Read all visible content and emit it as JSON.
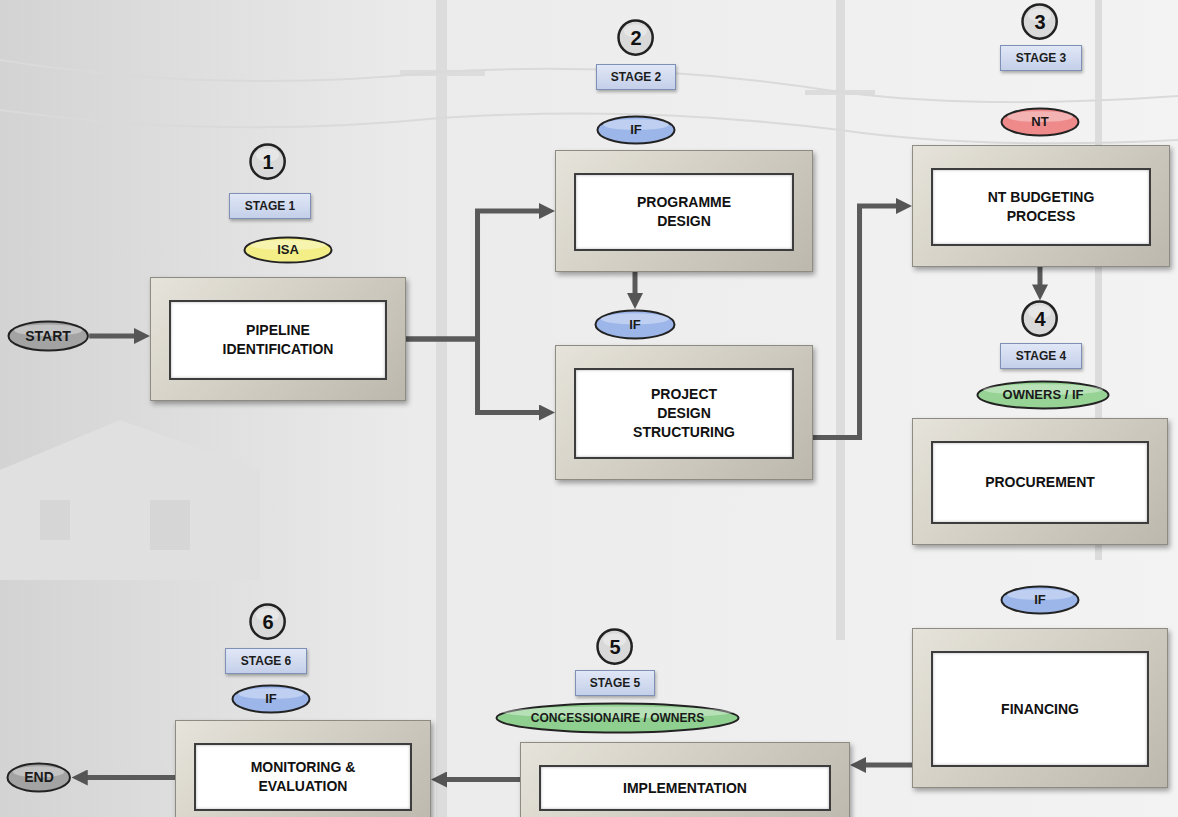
{
  "diagram": {
    "nodes": [
      {
        "text": [
          "START"
        ]
      },
      {
        "text": [
          "1"
        ]
      },
      {
        "text": [
          "STAGE 1"
        ]
      },
      {
        "text": [
          "ISA"
        ]
      },
      {
        "text": [
          "PIPELINE IDENTIFICATION"
        ]
      },
      {
        "text": [
          "2"
        ]
      },
      {
        "text": [
          "STAGE 2"
        ]
      },
      {
        "text": [
          "IF"
        ]
      },
      {
        "text": [
          "PROGRAMME DESIGN"
        ]
      },
      {
        "text": [
          "IF"
        ]
      },
      {
        "text": [
          "PROJECT DESIGN STRUCTURING"
        ]
      },
      {
        "text": [
          "3"
        ]
      },
      {
        "text": [
          "STAGE 3"
        ]
      },
      {
        "text": [
          "NT"
        ]
      },
      {
        "text": [
          "NT BUDGETING PROCESS"
        ]
      },
      {
        "text": [
          "4"
        ]
      },
      {
        "text": [
          "STAGE 4"
        ]
      },
      {
        "text": [
          "OWNERS / IF"
        ]
      },
      {
        "text": [
          "PROCUREMENT"
        ]
      },
      {
        "text": [
          "IF"
        ]
      },
      {
        "text": [
          "FINANCING"
        ]
      },
      {
        "text": [
          "5"
        ]
      },
      {
        "text": [
          "STAGE 5"
        ]
      },
      {
        "text": [
          "CONCESSIONAIRE / OWNERS"
        ]
      },
      {
        "text": [
          "IMPLEMENTATION"
        ]
      },
      {
        "text": [
          "6"
        ]
      },
      {
        "text": [
          "STAGE 6"
        ]
      },
      {
        "text": [
          "IF"
        ]
      },
      {
        "text": [
          "MONITORING & EVALUATION"
        ]
      },
      {
        "text": [
          "END"
        ]
      }
    ],
    "edges": [
      {
        "from": 0,
        "to": 4,
        "arrow": "to"
      },
      {
        "from": 4,
        "to": 8,
        "arrow": "to"
      },
      {
        "from": 4,
        "to": 10,
        "arrow": "to"
      },
      {
        "from": 8,
        "to": 9,
        "arrow": "to"
      },
      {
        "from": 10,
        "to": 14,
        "arrow": "to"
      },
      {
        "from": 14,
        "to": 15,
        "arrow": "to"
      },
      {
        "from": 20,
        "to": 24,
        "arrow": "to"
      },
      {
        "from": 24,
        "to": 28,
        "arrow": "to"
      },
      {
        "from": 28,
        "to": 29,
        "arrow": "to"
      }
    ]
  }
}
